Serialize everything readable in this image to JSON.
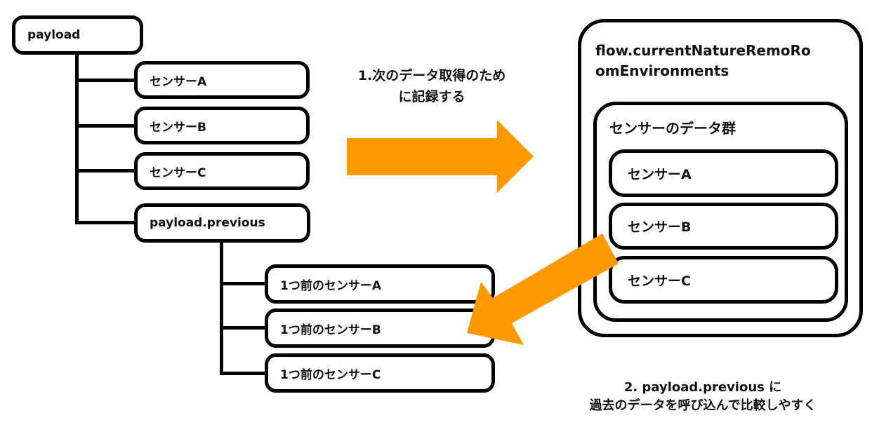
{
  "tree": {
    "root": {
      "label": "payload"
    },
    "children": [
      {
        "label": "センサーA"
      },
      {
        "label": "センサーB"
      },
      {
        "label": "センサーC"
      }
    ],
    "previous": {
      "label": "payload.previous",
      "children": [
        {
          "label": "1つ前のセンサーA"
        },
        {
          "label": "1つ前のセンサーB"
        },
        {
          "label": "1つ前のセンサーC"
        }
      ]
    }
  },
  "flow_store": {
    "title_line1": "flow.currentNatureRemoRo",
    "title_line2": "omEnvironments",
    "group": {
      "title": "センサーのデータ群",
      "items": [
        {
          "label": "センサーA"
        },
        {
          "label": "センサーB"
        },
        {
          "label": "センサーC"
        }
      ]
    }
  },
  "steps": {
    "step1": {
      "line1": "1.次のデータ取得のため",
      "line2": "に記録する"
    },
    "step2": {
      "line1": "2. payload.previous に",
      "line2": "過去のデータを呼び込んで比較しやすく"
    }
  },
  "colors": {
    "arrow": "#FF9900",
    "stroke": "#000000",
    "background": "#FFFFFF"
  }
}
